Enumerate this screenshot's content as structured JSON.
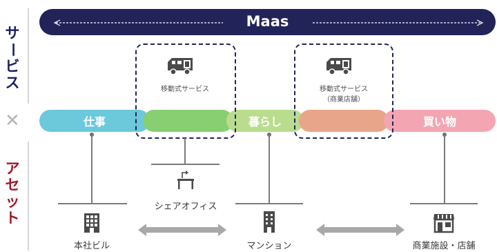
{
  "sidebar": {
    "service_label": "サービス",
    "service_chars": [
      "サ",
      "ー",
      "ビ",
      "ス"
    ],
    "cross_symbol": "✕",
    "asset_label": "アセット",
    "asset_chars": [
      "ア",
      "セ",
      "ッ",
      "ト"
    ],
    "service_color": "#1c1f63",
    "asset_color": "#a3172a"
  },
  "maas": {
    "title": "Maas",
    "color": "#222358"
  },
  "services": [
    {
      "name": "mobile-service-1",
      "lines": [
        "移動式サービス"
      ]
    },
    {
      "name": "mobile-service-2",
      "lines": [
        "移動式サービス",
        "（商業店舗）"
      ]
    }
  ],
  "bands": [
    {
      "label": "仕事",
      "color": "#6cc8db"
    },
    {
      "label": "",
      "color": "#87cf70"
    },
    {
      "label": "暮らし",
      "color": "#b9dd8d"
    },
    {
      "label": "",
      "color": "#e8a58a"
    },
    {
      "label": "買い物",
      "color": "#f3a6b2"
    }
  ],
  "assets": [
    {
      "label": "シェアオフィス",
      "icon": "desk-icon"
    },
    {
      "label": "本社ビル",
      "icon": "office-building-icon"
    },
    {
      "label": "マンション",
      "icon": "apartment-building-icon"
    },
    {
      "label": "商業施設・店舗",
      "icon": "storefront-icon"
    }
  ],
  "connectors": {
    "arrow_color": "#a8a8a8",
    "line_color": "#7a7a7a"
  }
}
